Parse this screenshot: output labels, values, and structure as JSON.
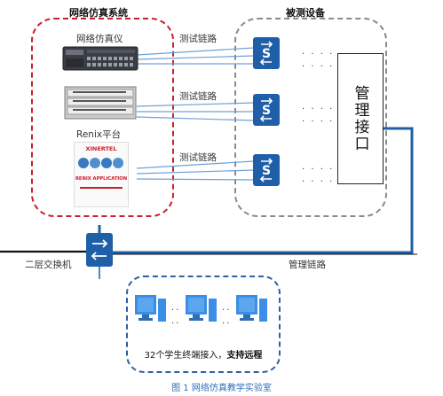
{
  "left_group": {
    "title": "网络仿真系统",
    "emulator_label": "网络仿真仪",
    "platform_label": "Renix平台",
    "logo_brand": "XINERTEL",
    "logo_product": "RENIX APPLICATION"
  },
  "right_group": {
    "title": "被测设备",
    "mgmt_interface_label": "管理接口"
  },
  "links": {
    "test_link_1": "测试链路",
    "test_link_2": "测试链路",
    "test_link_3": "测试链路",
    "mgmt_link": "管理链路",
    "dots": "· · · ·"
  },
  "switch": {
    "label": "二层交换机"
  },
  "terminals": {
    "text_regular": "32个学生终端接入，",
    "text_bold": "支持远程",
    "dots": "··"
  },
  "caption": "图 1 网络仿真教学实验室",
  "colors": {
    "red_dash": "#c9202a",
    "grey_dash": "#8a8a8a",
    "blue": "#1f5fa8",
    "caption": "#2f6db5"
  }
}
